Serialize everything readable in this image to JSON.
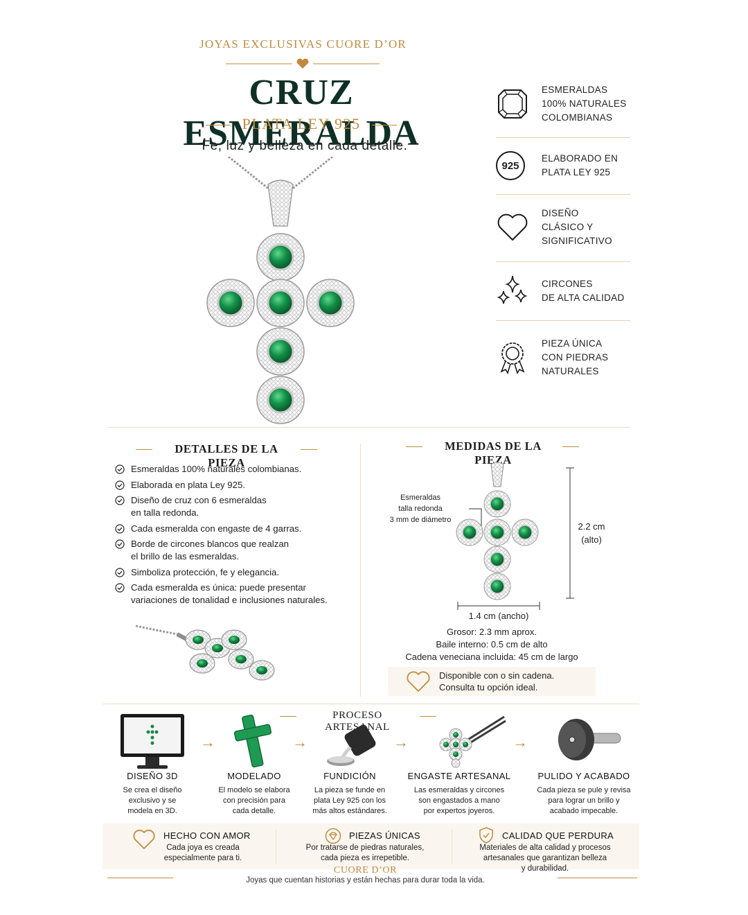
{
  "header": {
    "brand_line": "JOYAS EXCLUSIVAS CUORE D’OR",
    "title": "CRUZ ESMERALDA",
    "subtitle": "PLATA LEY 925",
    "tagline": "Fe, luz y belleza en cada detalle."
  },
  "features": [
    {
      "icon": "emerald-gem-icon",
      "lines": [
        "ESMERALDAS",
        "100% NATURALES",
        "COLOMBIANAS"
      ]
    },
    {
      "icon": "925-stamp-icon",
      "badge": "925",
      "lines": [
        "ELABORADO EN",
        "PLATA LEY 925"
      ]
    },
    {
      "icon": "heart-icon",
      "lines": [
        "DISEÑO",
        "CLÁSICO Y",
        "SIGNIFICATIVO"
      ]
    },
    {
      "icon": "sparkles-icon",
      "lines": [
        "CIRCONES",
        "DE ALTA CALIDAD"
      ]
    },
    {
      "icon": "award-ribbon-icon",
      "lines": [
        "PIEZA ÚNICA",
        "CON PIEDRAS",
        "NATURALES"
      ]
    }
  ],
  "details": {
    "heading": "DETALLES DE LA PIEZA",
    "items": [
      [
        "Esmeraldas 100% naturales colombianas."
      ],
      [
        "Elaborada en plata Ley 925."
      ],
      [
        "Diseño de cruz con 6 esmeraldas",
        "en talla redonda."
      ],
      [
        "Cada esmeralda con engaste de 4 garras."
      ],
      [
        "Borde de circones blancos que realzan",
        "el brillo de las esmeraldas."
      ],
      [
        "Simboliza protección, fe y elegancia."
      ],
      [
        "Cada esmeralda es única: puede presentar",
        "variaciones de tonalidad e inclusiones naturales."
      ]
    ]
  },
  "measures": {
    "heading": "MEDIDAS DE LA PIEZA",
    "callout": [
      "Esmeraldas",
      "talla redonda",
      "3 mm de diámetro"
    ],
    "height_value": "2.2 cm",
    "height_label": "(alto)",
    "width_label": "1.4 cm (ancho)",
    "thickness": "Grosor: 2.3 mm aprox.",
    "bail": "Baile interno: 0.5 cm de alto",
    "chain": "Cadena veneciana incluida: 45 cm de largo",
    "info": [
      "Disponible con o sin cadena.",
      "Consulta tu opción ideal."
    ]
  },
  "process": {
    "heading": "PROCESO ARTESANAL",
    "steps": [
      {
        "title": "DISEÑO 3D",
        "desc": [
          "Se crea el diseño",
          "exclusivo y se",
          "modela en 3D."
        ]
      },
      {
        "title": "MODELADO",
        "desc": [
          "El modelo se elabora",
          "con precisión para",
          "cada detalle."
        ]
      },
      {
        "title": "FUNDICIÓN",
        "desc": [
          "La pieza se funde en",
          "plata Ley 925 con los",
          "más altos estándares."
        ]
      },
      {
        "title": "ENGASTE ARTESANAL",
        "desc": [
          "Las esmeraldas y circones",
          "son engastados a mano",
          "por expertos joyeros."
        ]
      },
      {
        "title": "PULIDO Y ACABADO",
        "desc": [
          "Cada pieza se pule y revisa",
          "para lograr un brillo y",
          "acabado impecable."
        ]
      }
    ],
    "arrow": "→"
  },
  "values": [
    {
      "icon": "heart-icon",
      "title": "HECHO CON AMOR",
      "desc": [
        "Cada joya es creada",
        "especialmente para ti."
      ]
    },
    {
      "icon": "gem-badge-icon",
      "title": "PIEZAS ÚNICAS",
      "desc": [
        "Por tratarse de piedras naturales,",
        "cada pieza es irrepetible."
      ]
    },
    {
      "icon": "shield-check-icon",
      "title": "CALIDAD QUE PERDURA",
      "desc": [
        "Materiales de alta calidad y procesos",
        "artesanales que garantizan belleza",
        "y durabilidad."
      ]
    }
  ],
  "footer": {
    "brand": "CUORE D’OR",
    "text": "Joyas que cuentan historias y están hechas para durar toda la vida."
  },
  "colors": {
    "accent_gold": "#c08a3e",
    "title_green": "#0f3026",
    "emerald": "#138a46",
    "cream": "#faf6ef"
  }
}
